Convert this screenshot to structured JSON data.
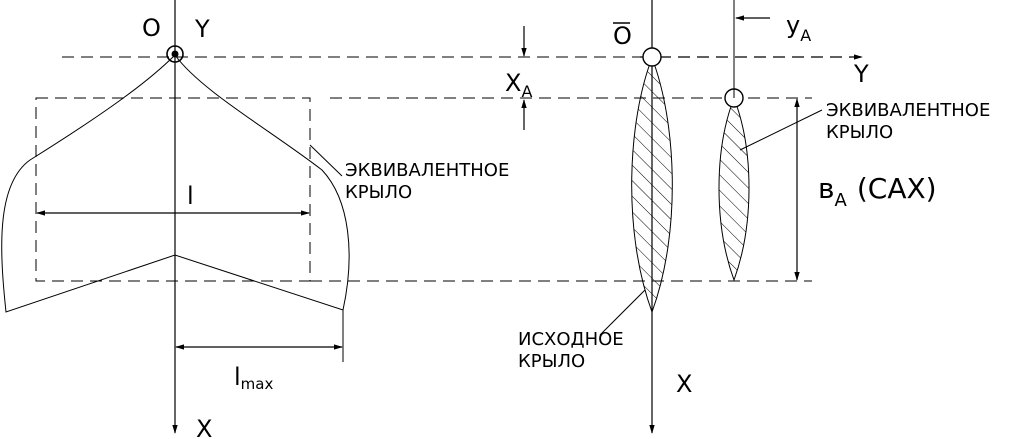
{
  "left_view": {
    "origin_label": "O",
    "y_axis_label": "Y",
    "x_axis_label": "X",
    "span_label": "l",
    "max_span_label": "l",
    "max_span_subscript": "max",
    "equivalent_wing_label": [
      "ЭКВИВАЛЕНТНОЕ",
      "КРЫЛО"
    ]
  },
  "right_view": {
    "origin_label": "O",
    "y_axis_label": "Y",
    "x_axis_label": "X",
    "xa_label": "X",
    "xa_subscript": "A",
    "ya_label": "y",
    "ya_subscript": "A",
    "chord_label": "в",
    "chord_subscript": "A",
    "chord_note": "(САХ)",
    "equivalent_wing_label": [
      "ЭКВИВАЛЕНТНОЕ",
      "КРЫЛО"
    ],
    "original_wing_label": [
      "ИСХОДНОЕ",
      "КРЫЛО"
    ]
  }
}
